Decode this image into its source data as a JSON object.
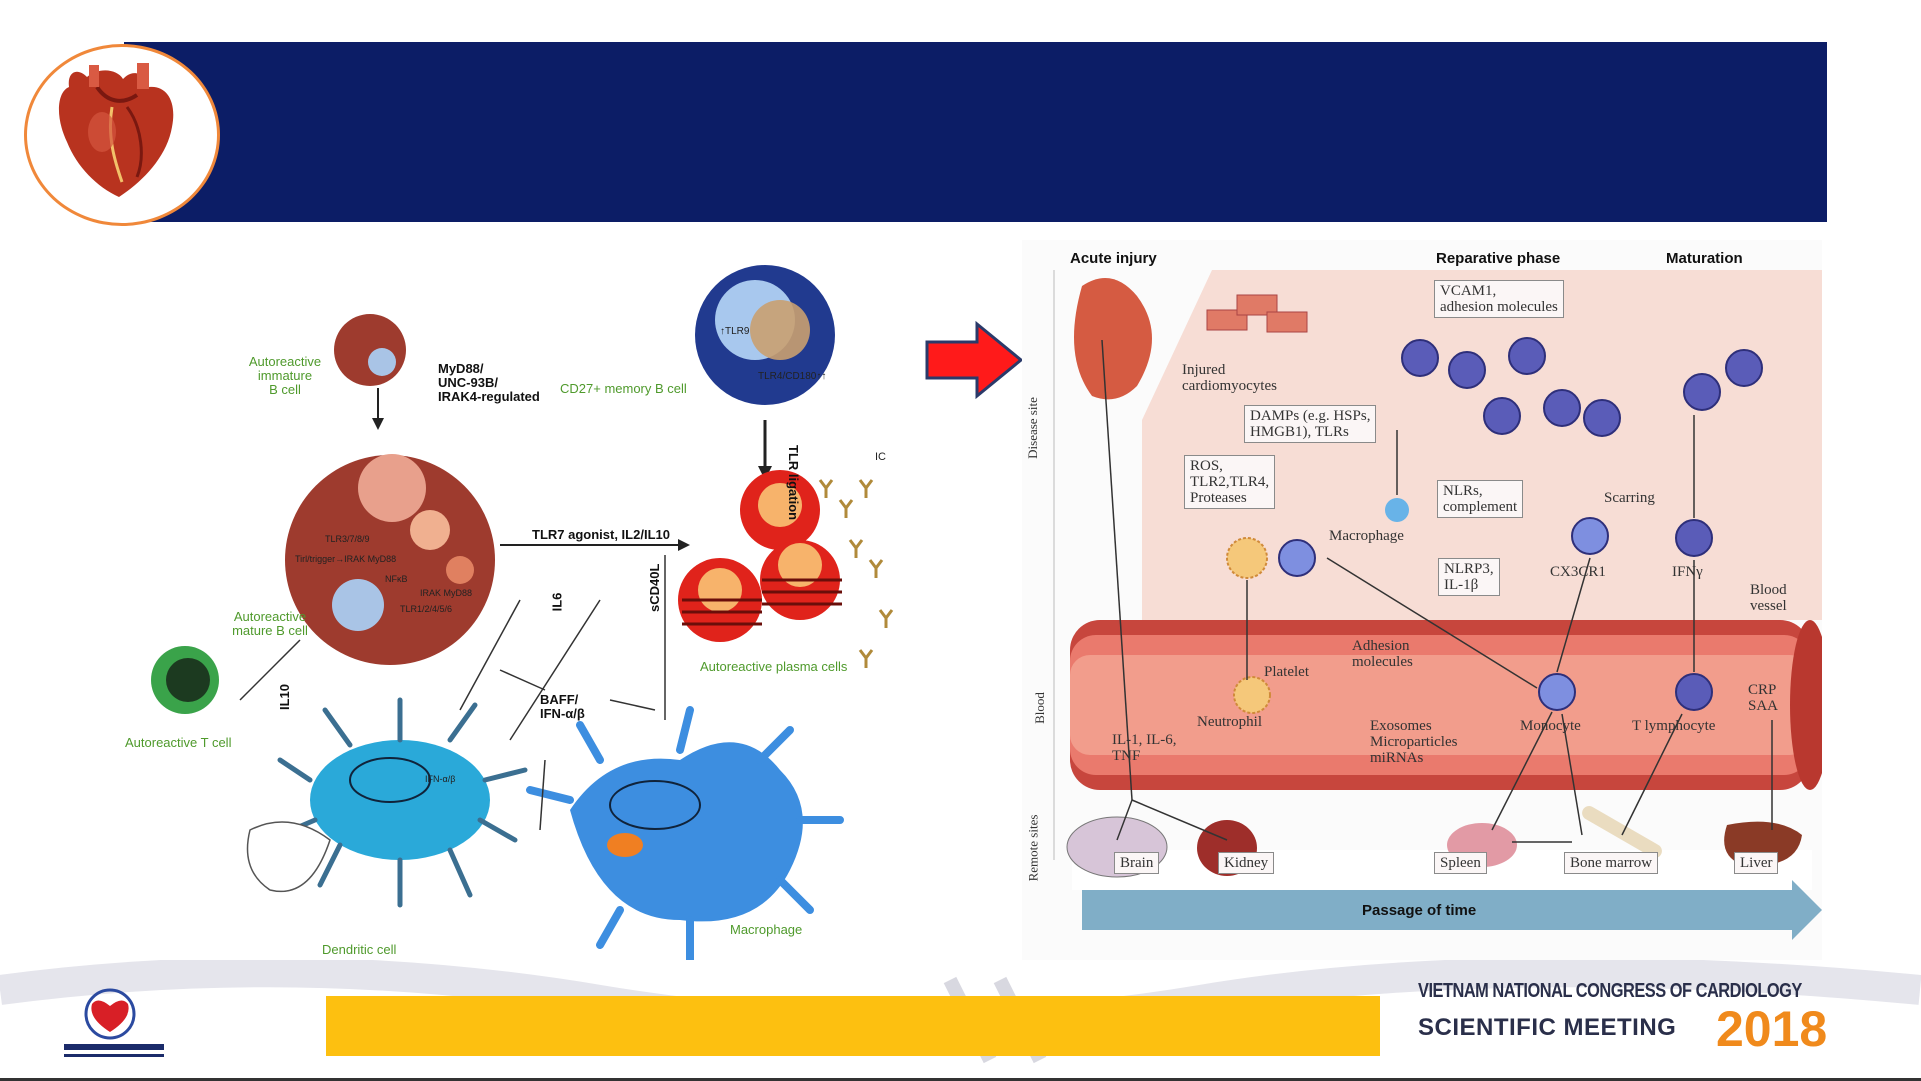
{
  "header": {
    "title": ""
  },
  "left_diagram": {
    "immature_b_cell": "Autoreactive\nimmature\nB cell",
    "myd88_text": "MyD88/\nUNC-93B/\nIRAK4-regulated",
    "memory_b_cell": "CD27+ memory B cell",
    "tlr_ligation": "TLR ligation",
    "tlr4_cd180": "TLR4/CD180↑↑",
    "tlr_up": "↑TLR9",
    "ic": "IC",
    "tlr7_agonist": "TLR7 agonist, IL2/IL10",
    "mature_b_cell": "Autoreactive\nmature B cell",
    "plasma_cells": "Autoreactive plasma cells",
    "il6": "IL6",
    "scd40l": "sCD40L",
    "il10": "IL10",
    "baff": "BAFF/\nIFN-α/β",
    "t_cell": "Autoreactive T cell",
    "dendritic_cell": "Dendritic cell",
    "macrophage": "Macrophage",
    "tlr379": "TLR3/7/8/9",
    "tlr1245": "TLR1/2/4/5/6",
    "inner1": "Tirl/trigger→IRAK MyD88",
    "nfkb": "NFκB",
    "irak": "IRAK MyD88",
    "ifn": "IFN-α/β"
  },
  "right_diagram": {
    "acute_injury": "Acute injury",
    "reparative_phase": "Reparative phase",
    "maturation": "Maturation",
    "disease_site": "Disease site",
    "blood": "Blood",
    "remote_sites": "Remote sites",
    "injured": "Injured\ncardiomyocytes",
    "vcam": "VCAM1,\nadhesion molecules",
    "damps": "DAMPs (e.g. HSPs,\nHMGB1), TLRs",
    "ros": "ROS,\nTLR2,TLR4,\nProteases",
    "nlrs": "NLRs,\ncomplement",
    "macrophage": "Macrophage",
    "scarring": "Scarring",
    "nlrp3": "NLRP3,\nIL-1β",
    "cx3cr1": "CX3CR1",
    "ifng": "IFNγ",
    "blood_vessel": "Blood\nvessel",
    "adhesion": "Adhesion\nmolecules",
    "platelet": "Platelet",
    "neutrophil": "Neutrophil",
    "exosomes": "Exosomes\nMicroparticles\nmiRNAs",
    "monocyte": "Monocyte",
    "t_lymphocyte": "T lymphocyte",
    "crp": "CRP\nSAA",
    "il1": "IL-1, IL-6,\nTNF",
    "brain": "Brain",
    "kidney": "Kidney",
    "spleen": "Spleen",
    "bone_marrow": "Bone marrow",
    "liver": "Liver",
    "passage": "Passage of time"
  },
  "footer": {
    "congress_line1": "VIETNAM NATIONAL CONGRESS OF CARDIOLOGY",
    "congress_line2": "SCIENTIFIC MEETING",
    "year": "2018",
    "yellow_bar_text": ""
  },
  "colors": {
    "title_bar": "#0c1d66",
    "logo_ring": "#f0883a",
    "yellow_bar": "#fdc010",
    "arrow": "#ff1a1a",
    "year": "#f08a1c"
  }
}
